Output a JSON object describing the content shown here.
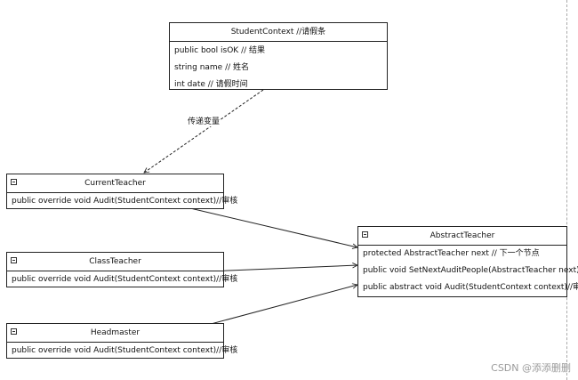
{
  "student_context": {
    "title": "StudentContext //请假条",
    "fields": [
      "public bool isOK // 结果",
      "string name // 姓名",
      "int date // 请假时间"
    ]
  },
  "current_teacher": {
    "title": "CurrentTeacher",
    "methods": [
      "public override void Audit(StudentContext context)//审核"
    ]
  },
  "class_teacher": {
    "title": "ClassTeacher",
    "methods": [
      "public override void Audit(StudentContext context)//审核"
    ]
  },
  "headmaster": {
    "title": "Headmaster",
    "methods": [
      "public override void Audit(StudentContext context)//审核"
    ]
  },
  "abstract_teacher": {
    "title": "AbstractTeacher",
    "members": [
      "protected AbstractTeacher next // 下一个节点",
      "public void SetNextAuditPeople(AbstractTeacher next)",
      "public abstract void Audit(StudentContext context)//审核"
    ]
  },
  "edge_label": "传递变量",
  "watermark": "CSDN @添添删删"
}
